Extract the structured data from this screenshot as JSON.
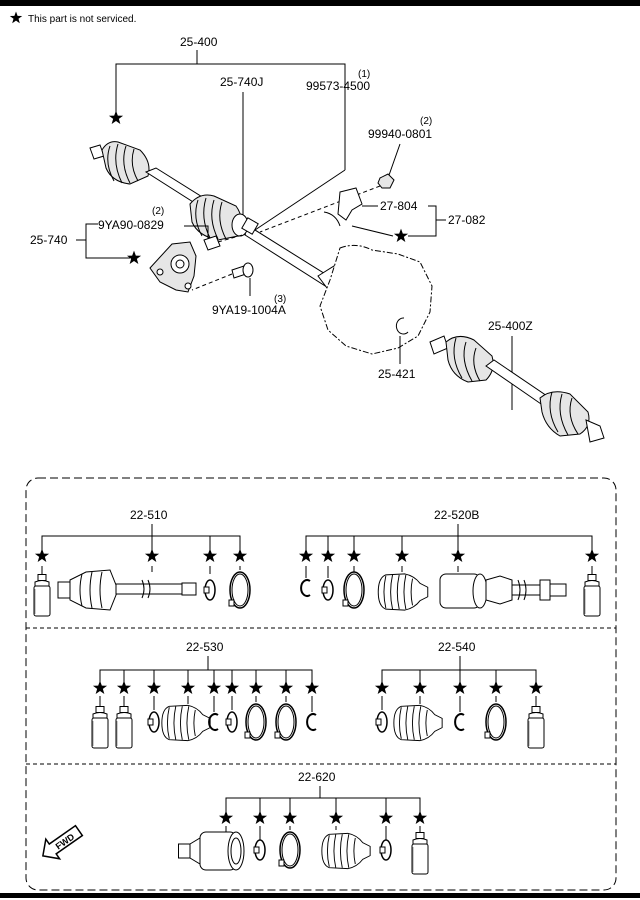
{
  "header": {
    "note": "This part is not serviced."
  },
  "upper": {
    "label_25_400": "25-400",
    "label_25_740J": "25-740J",
    "callout_1": "(1)",
    "label_99573": "99573-4500",
    "callout_2a": "(2)",
    "label_99940": "99940-0801",
    "callout_2b": "(2)",
    "label_9ya90": "9YA90-0829",
    "label_25_740": "25-740",
    "label_27_804": "27-804",
    "label_27_082": "27-082",
    "callout_3": "(3)",
    "label_9ya19": "9YA19-1004A",
    "label_25_400z": "25-400Z",
    "label_25_421": "25-421"
  },
  "kits": {
    "k510": "22-510",
    "k520b": "22-520B",
    "k530": "22-530",
    "k540": "22-540",
    "k620": "22-620"
  },
  "fwd": "FWD"
}
